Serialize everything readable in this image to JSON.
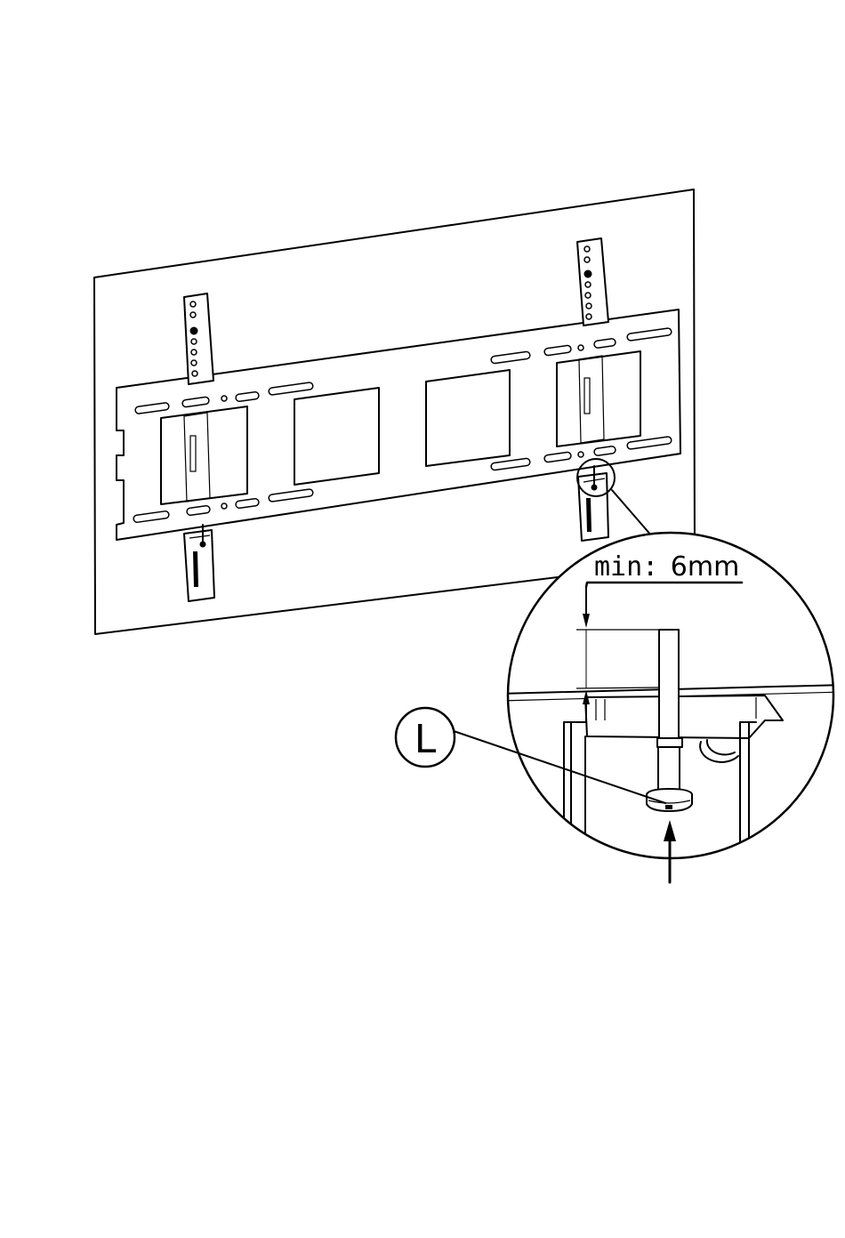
{
  "callout_dimension": {
    "prefix": "min:",
    "value": "6mm"
  },
  "part_label": "L"
}
